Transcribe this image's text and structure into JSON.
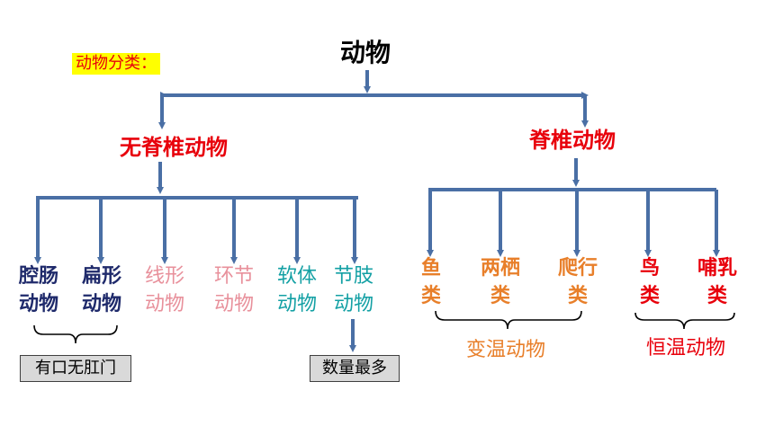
{
  "colors": {
    "line": "#4a6fa5",
    "black": "#000000",
    "red": "#e8000b",
    "navy": "#1f2a6b",
    "pink": "#e8909b",
    "teal": "#13a0a4",
    "orange": "#e87f2a"
  },
  "tag": "动物分类：",
  "root": "动物",
  "invertebrates": {
    "title": "无脊椎动物",
    "groups": [
      {
        "line1": "腔肠",
        "line2": "动物"
      },
      {
        "line1": "扁形",
        "line2": "动物"
      },
      {
        "line1": "线形",
        "line2": "动物"
      },
      {
        "line1": "环节",
        "line2": "动物"
      },
      {
        "line1": "软体",
        "line2": "动物"
      },
      {
        "line1": "节肢",
        "line2": "动物"
      }
    ],
    "note_left": "有口无肛门",
    "note_right": "数量最多"
  },
  "vertebrates": {
    "title": "脊椎动物",
    "groups": [
      {
        "line1": "鱼",
        "line2": "类"
      },
      {
        "line1": "两栖",
        "line2": "类"
      },
      {
        "line1": "爬行",
        "line2": "类"
      },
      {
        "line1": "鸟",
        "line2": "类"
      },
      {
        "line1": "哺乳",
        "line2": "类"
      }
    ],
    "cold_blooded": "变温动物",
    "warm_blooded": "恒温动物"
  }
}
